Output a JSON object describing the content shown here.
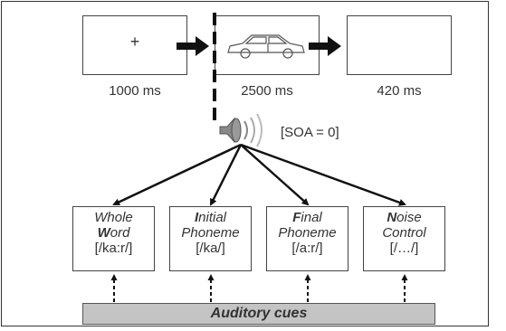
{
  "trial": {
    "fixation_symbol": "+",
    "durations": [
      "1000 ms",
      "2500 ms",
      "420 ms"
    ],
    "picture_icon": "car-icon"
  },
  "audio": {
    "icon": "speaker-icon",
    "soa_label": "[SOA = 0]"
  },
  "cues": [
    {
      "initial": "",
      "first_line": "Whole",
      "second_initial": "W",
      "second_rest": "ord",
      "transcription": "[/ka:r/]"
    },
    {
      "initial": "I",
      "first_rest": "nitial",
      "second_line": "Phoneme",
      "transcription": "[/ka/]"
    },
    {
      "initial": "F",
      "first_rest": "inal",
      "second_line": "Phoneme",
      "transcription": "[/a:r/]"
    },
    {
      "initial": "N",
      "first_rest": "oise",
      "second_line": "Control",
      "transcription": "[/…/]"
    }
  ],
  "auditory_cues_label": "Auditory cues",
  "colors": {
    "line": "#111111",
    "band": "#c4c4c4",
    "text": "#333333"
  }
}
